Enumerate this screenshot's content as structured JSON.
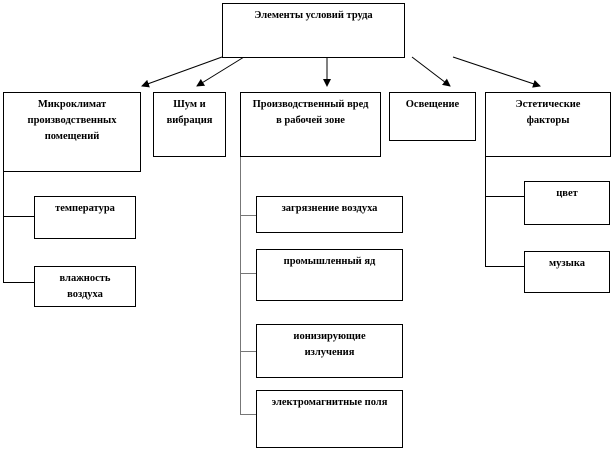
{
  "root": {
    "label": "Элементы условий труда"
  },
  "categories": [
    {
      "label": "Микроклимат производственных помещений",
      "children": [
        "температура",
        "влажность воздуха"
      ]
    },
    {
      "label": "Шум и вибрация",
      "children": []
    },
    {
      "label": "Производственный вред в рабочей зоне",
      "children": [
        "загрязнение воздуха",
        "промышленный яд",
        "ионизирующие излучения",
        "электромагнитные поля"
      ]
    },
    {
      "label": "Освещение",
      "children": []
    },
    {
      "label": "Эстетические факторы",
      "children": [
        "цвет",
        "музыка"
      ]
    }
  ]
}
